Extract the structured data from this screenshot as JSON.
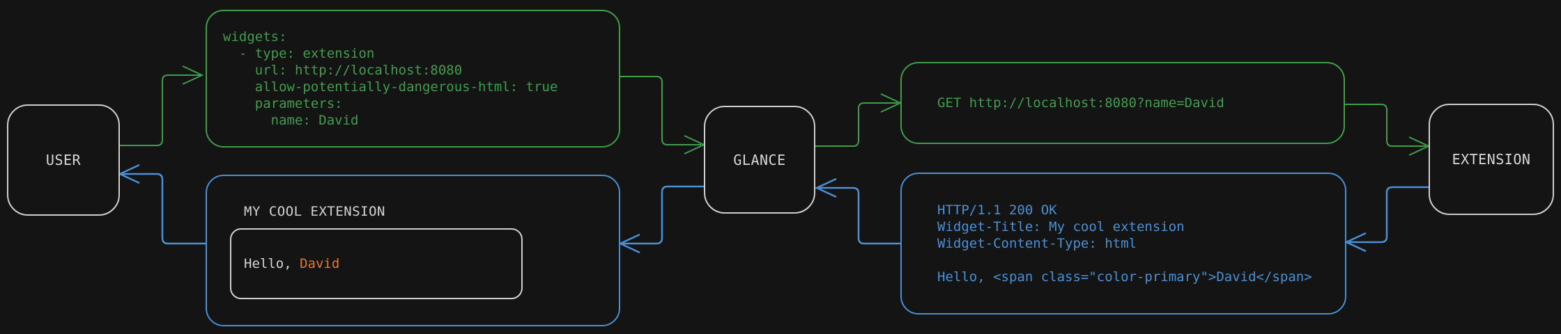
{
  "diagram": {
    "nodes": {
      "user": {
        "label": "USER"
      },
      "glance": {
        "label": "GLANCE"
      },
      "extension": {
        "label": "EXTENSION"
      }
    },
    "messages": {
      "config_yaml": {
        "lines": [
          "widgets:",
          "  - type: extension",
          "    url: http://localhost:8080",
          "    allow-potentially-dangerous-html: true",
          "    parameters:",
          "      name: David"
        ]
      },
      "http_request": {
        "lines": [
          "GET http://localhost:8080?name=David"
        ]
      },
      "http_response": {
        "lines": [
          "HTTP/1.1 200 OK",
          "Widget-Title: My cool extension",
          "Widget-Content-Type: html",
          "",
          "Hello, <span class=\"color-primary\">David</span>"
        ]
      },
      "rendered_widget": {
        "title": "MY COOL EXTENSION",
        "greeting_prefix": "Hello, ",
        "greeting_name": "David"
      }
    },
    "colors": {
      "request_green": "#3f9e4c",
      "response_blue": "#4a90d5",
      "neutral_gray": "#d4d4d4",
      "accent_orange": "#e5792f",
      "background": "#141414"
    }
  }
}
